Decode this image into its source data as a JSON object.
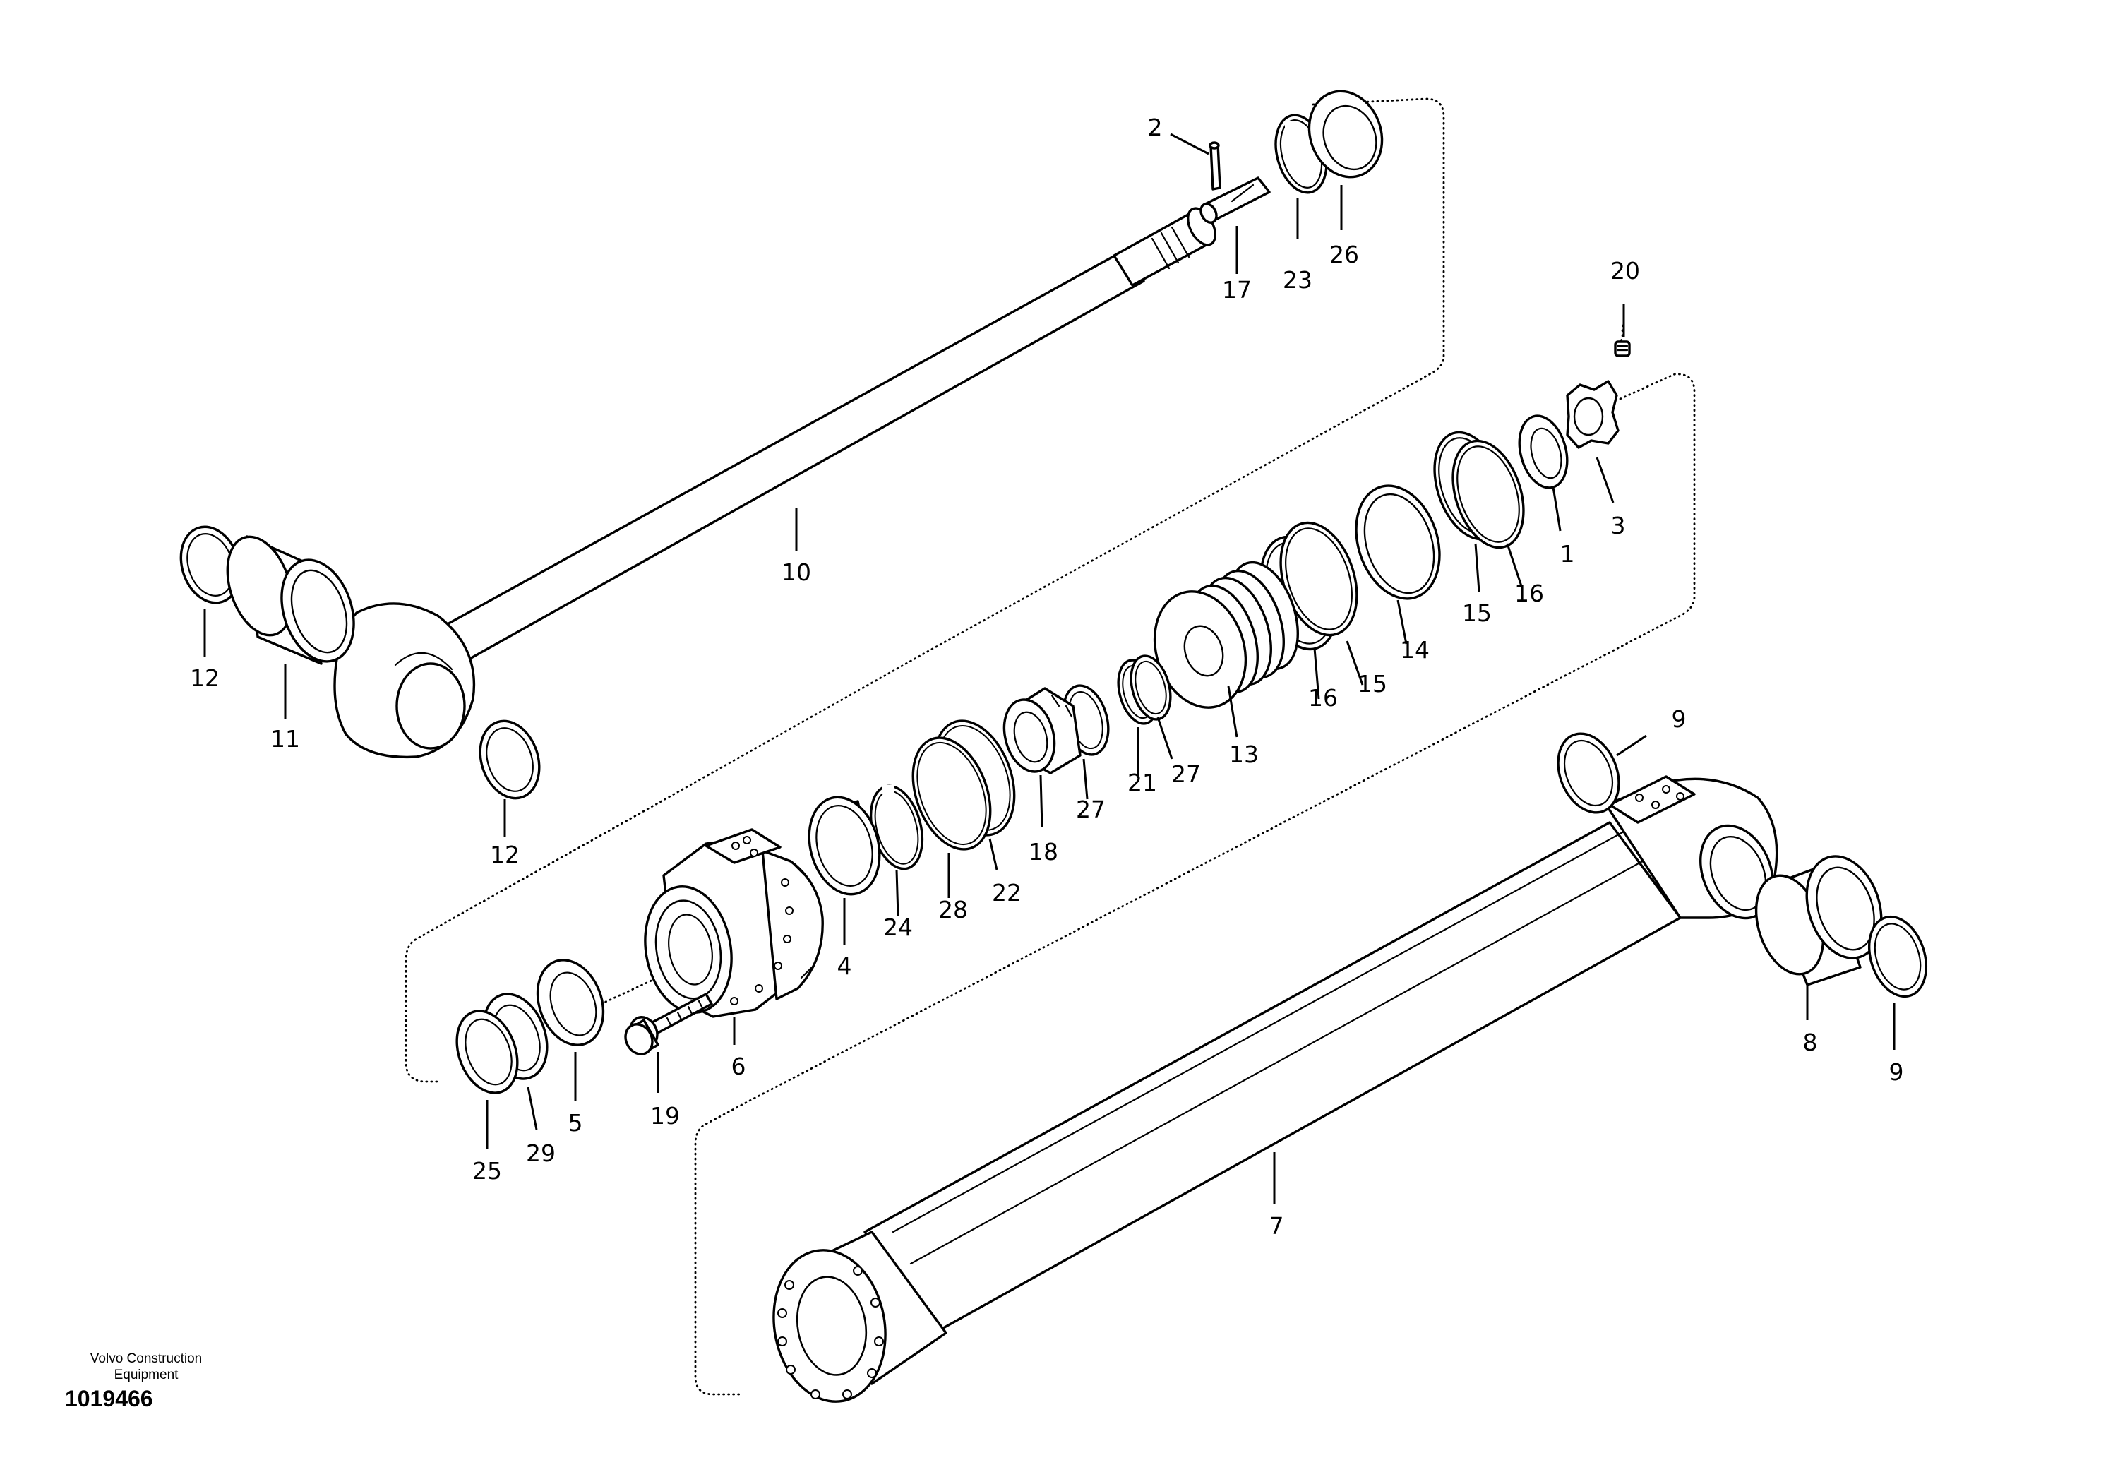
{
  "footer": {
    "company_line1": "Volvo Construction",
    "company_line2": "Equipment",
    "drawing_number": "1019466"
  },
  "callouts": {
    "c1": "1",
    "c2": "2",
    "c3": "3",
    "c4": "4",
    "c5": "5",
    "c6": "6",
    "c7": "7",
    "c8": "8",
    "c9a": "9",
    "c9b": "9",
    "c10": "10",
    "c11": "11",
    "c12a": "12",
    "c12b": "12",
    "c13": "13",
    "c14": "14",
    "c15a": "15",
    "c15b": "15",
    "c16a": "16",
    "c16b": "16",
    "c17": "17",
    "c18": "18",
    "c19": "19",
    "c20": "20",
    "c21": "21",
    "c22": "22",
    "c23": "23",
    "c24": "24",
    "c25": "25",
    "c26": "26",
    "c27a": "27",
    "c27b": "27",
    "c28": "28",
    "c29": "29"
  }
}
